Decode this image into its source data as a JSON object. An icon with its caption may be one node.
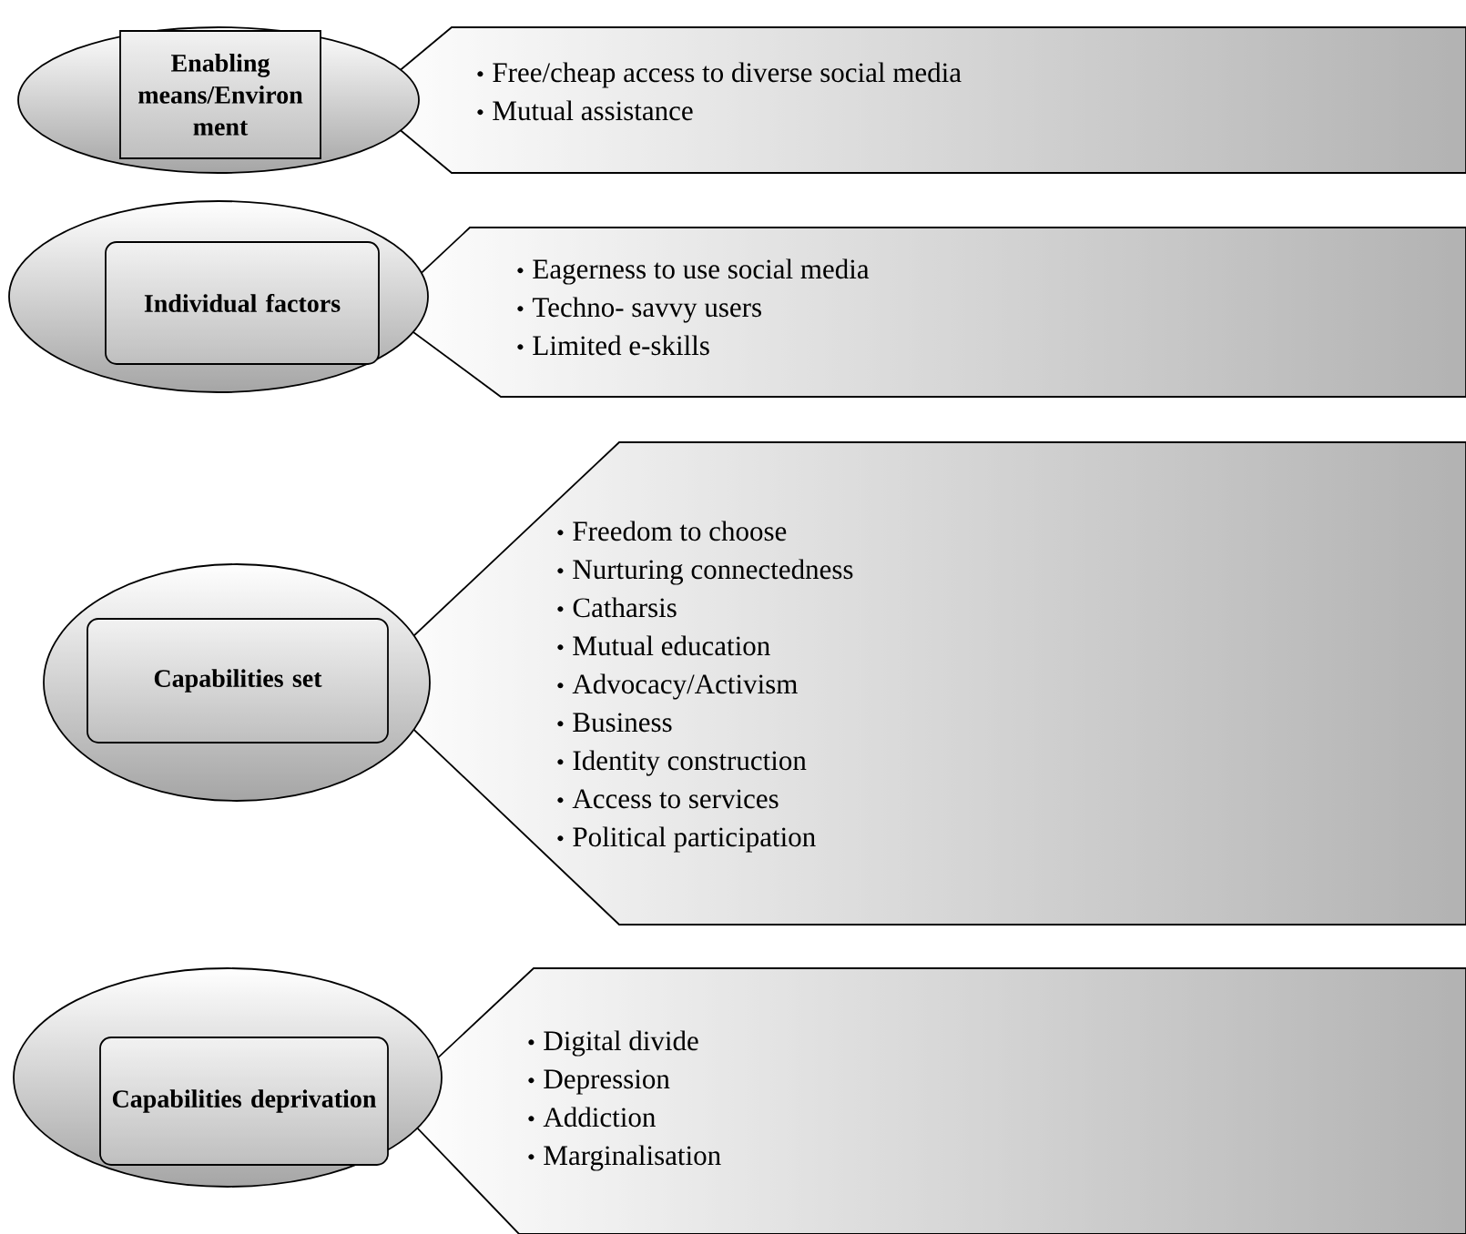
{
  "diagram": {
    "nodes": [
      {
        "text": [],
        "shape": "ellipse"
      },
      {
        "text": [
          "Enabling means/Environ ment"
        ],
        "in": 0
      },
      {
        "text": [
          "Free/cheap access to diverse social media",
          "Mutual assistance"
        ]
      },
      {
        "text": [],
        "shape": "ellipse"
      },
      {
        "text": [
          "Individual factors"
        ],
        "in": 3
      },
      {
        "text": [
          "Eagerness to use social media",
          "Techno- savvy users",
          "Limited e-skills"
        ]
      },
      {
        "text": [],
        "shape": "ellipse"
      },
      {
        "text": [
          "Capabilities set"
        ],
        "in": 6
      },
      {
        "text": [
          "Freedom to choose",
          "Nurturing connectedness",
          "Catharsis",
          "Mutual education",
          "Advocacy/Activism",
          "Business",
          "Identity construction",
          "Access to services",
          "Political participation"
        ]
      },
      {
        "text": [],
        "shape": "ellipse"
      },
      {
        "text": [
          "Capabilities deprivation"
        ],
        "in": 9
      },
      {
        "text": [
          "Digital divide",
          "Depression",
          "Addiction",
          "Marginalisation"
        ]
      }
    ]
  }
}
